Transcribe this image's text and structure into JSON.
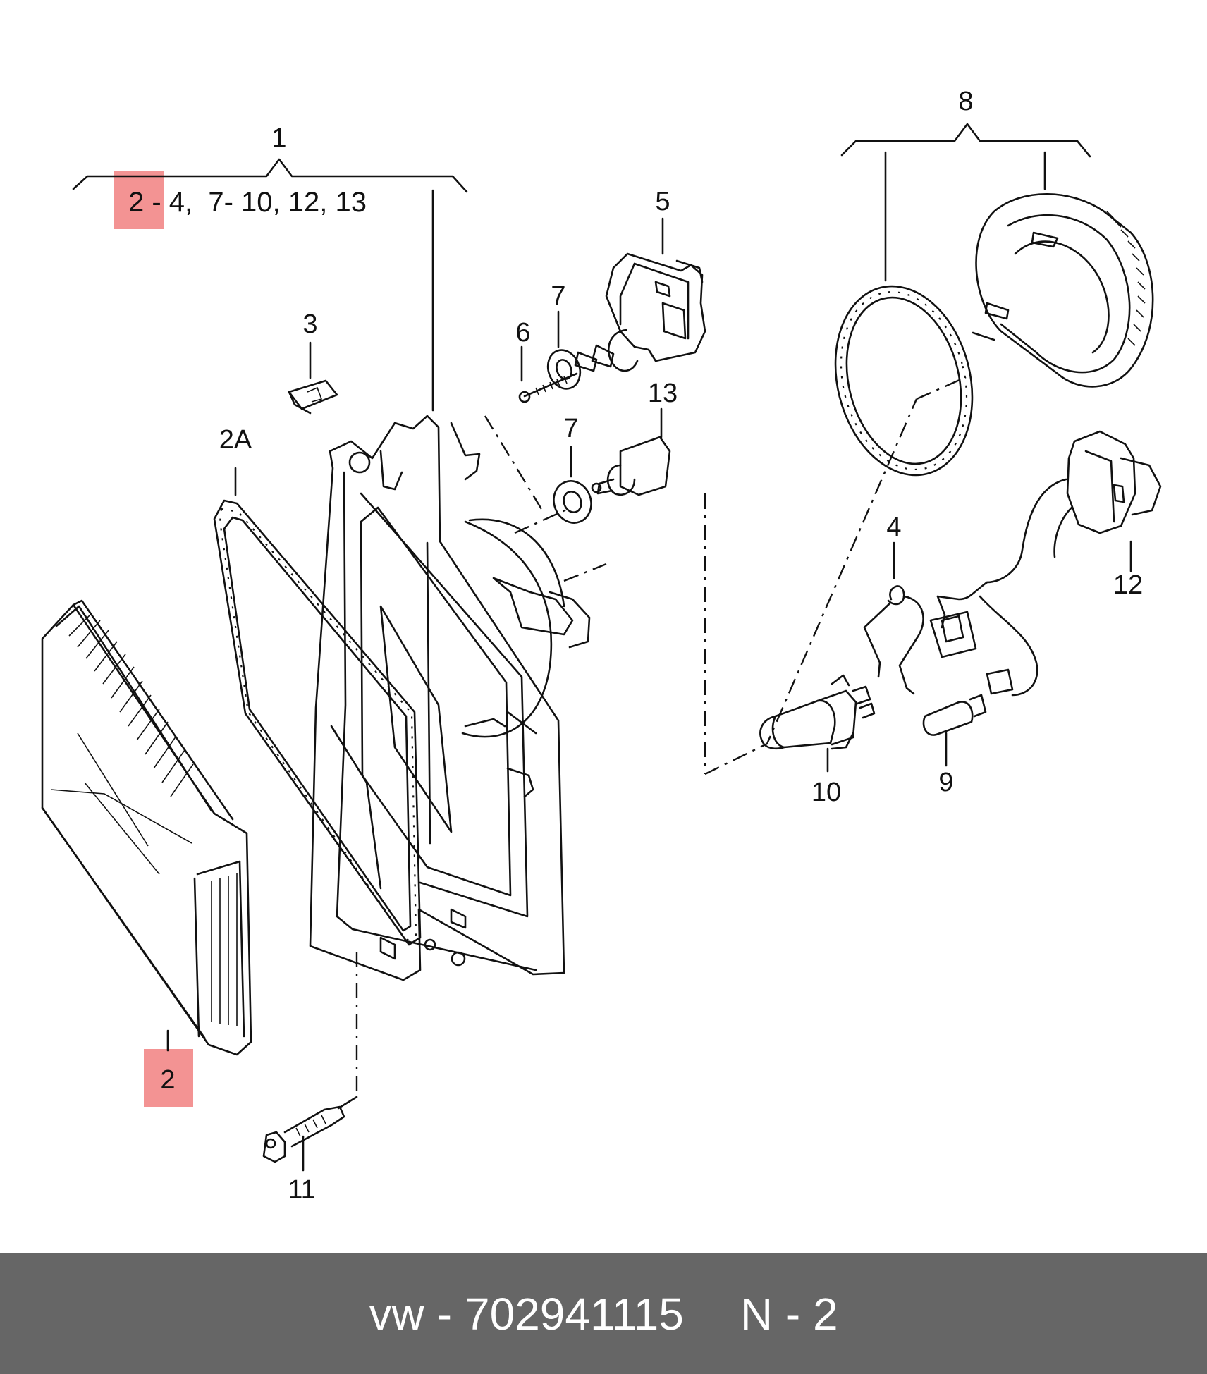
{
  "diagram": {
    "callouts": {
      "c1": "1",
      "c1_range": "2 - 4,  7- 10, 12, 13",
      "c2": "2",
      "c2a": "2A",
      "c3": "3",
      "c4": "4",
      "c5": "5",
      "c6": "6",
      "c7a": "7",
      "c7b": "7",
      "c8": "8",
      "c9": "9",
      "c10": "10",
      "c11": "11",
      "c12": "12",
      "c13": "13"
    },
    "highlight_color": "#f39393"
  },
  "footer": {
    "brand": "vw",
    "separator": "-",
    "part_number": "702941115",
    "position": "N - 2",
    "background": "#666666"
  }
}
